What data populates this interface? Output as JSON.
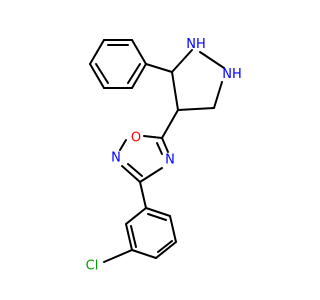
{
  "molecule": {
    "atoms": {
      "nh1": {
        "text": "N",
        "sub": "H",
        "color": "#0000ff"
      },
      "nh2": {
        "text": "N",
        "sub": "H",
        "color": "#0000ff"
      },
      "o": {
        "text": "O",
        "color": "#ff0000"
      },
      "n_ring_left": {
        "text": "N",
        "color": "#0000ff"
      },
      "n_ring_right": {
        "text": "N",
        "color": "#0000ff"
      },
      "cl": {
        "text": "Cl",
        "color": "#00a000"
      }
    }
  }
}
